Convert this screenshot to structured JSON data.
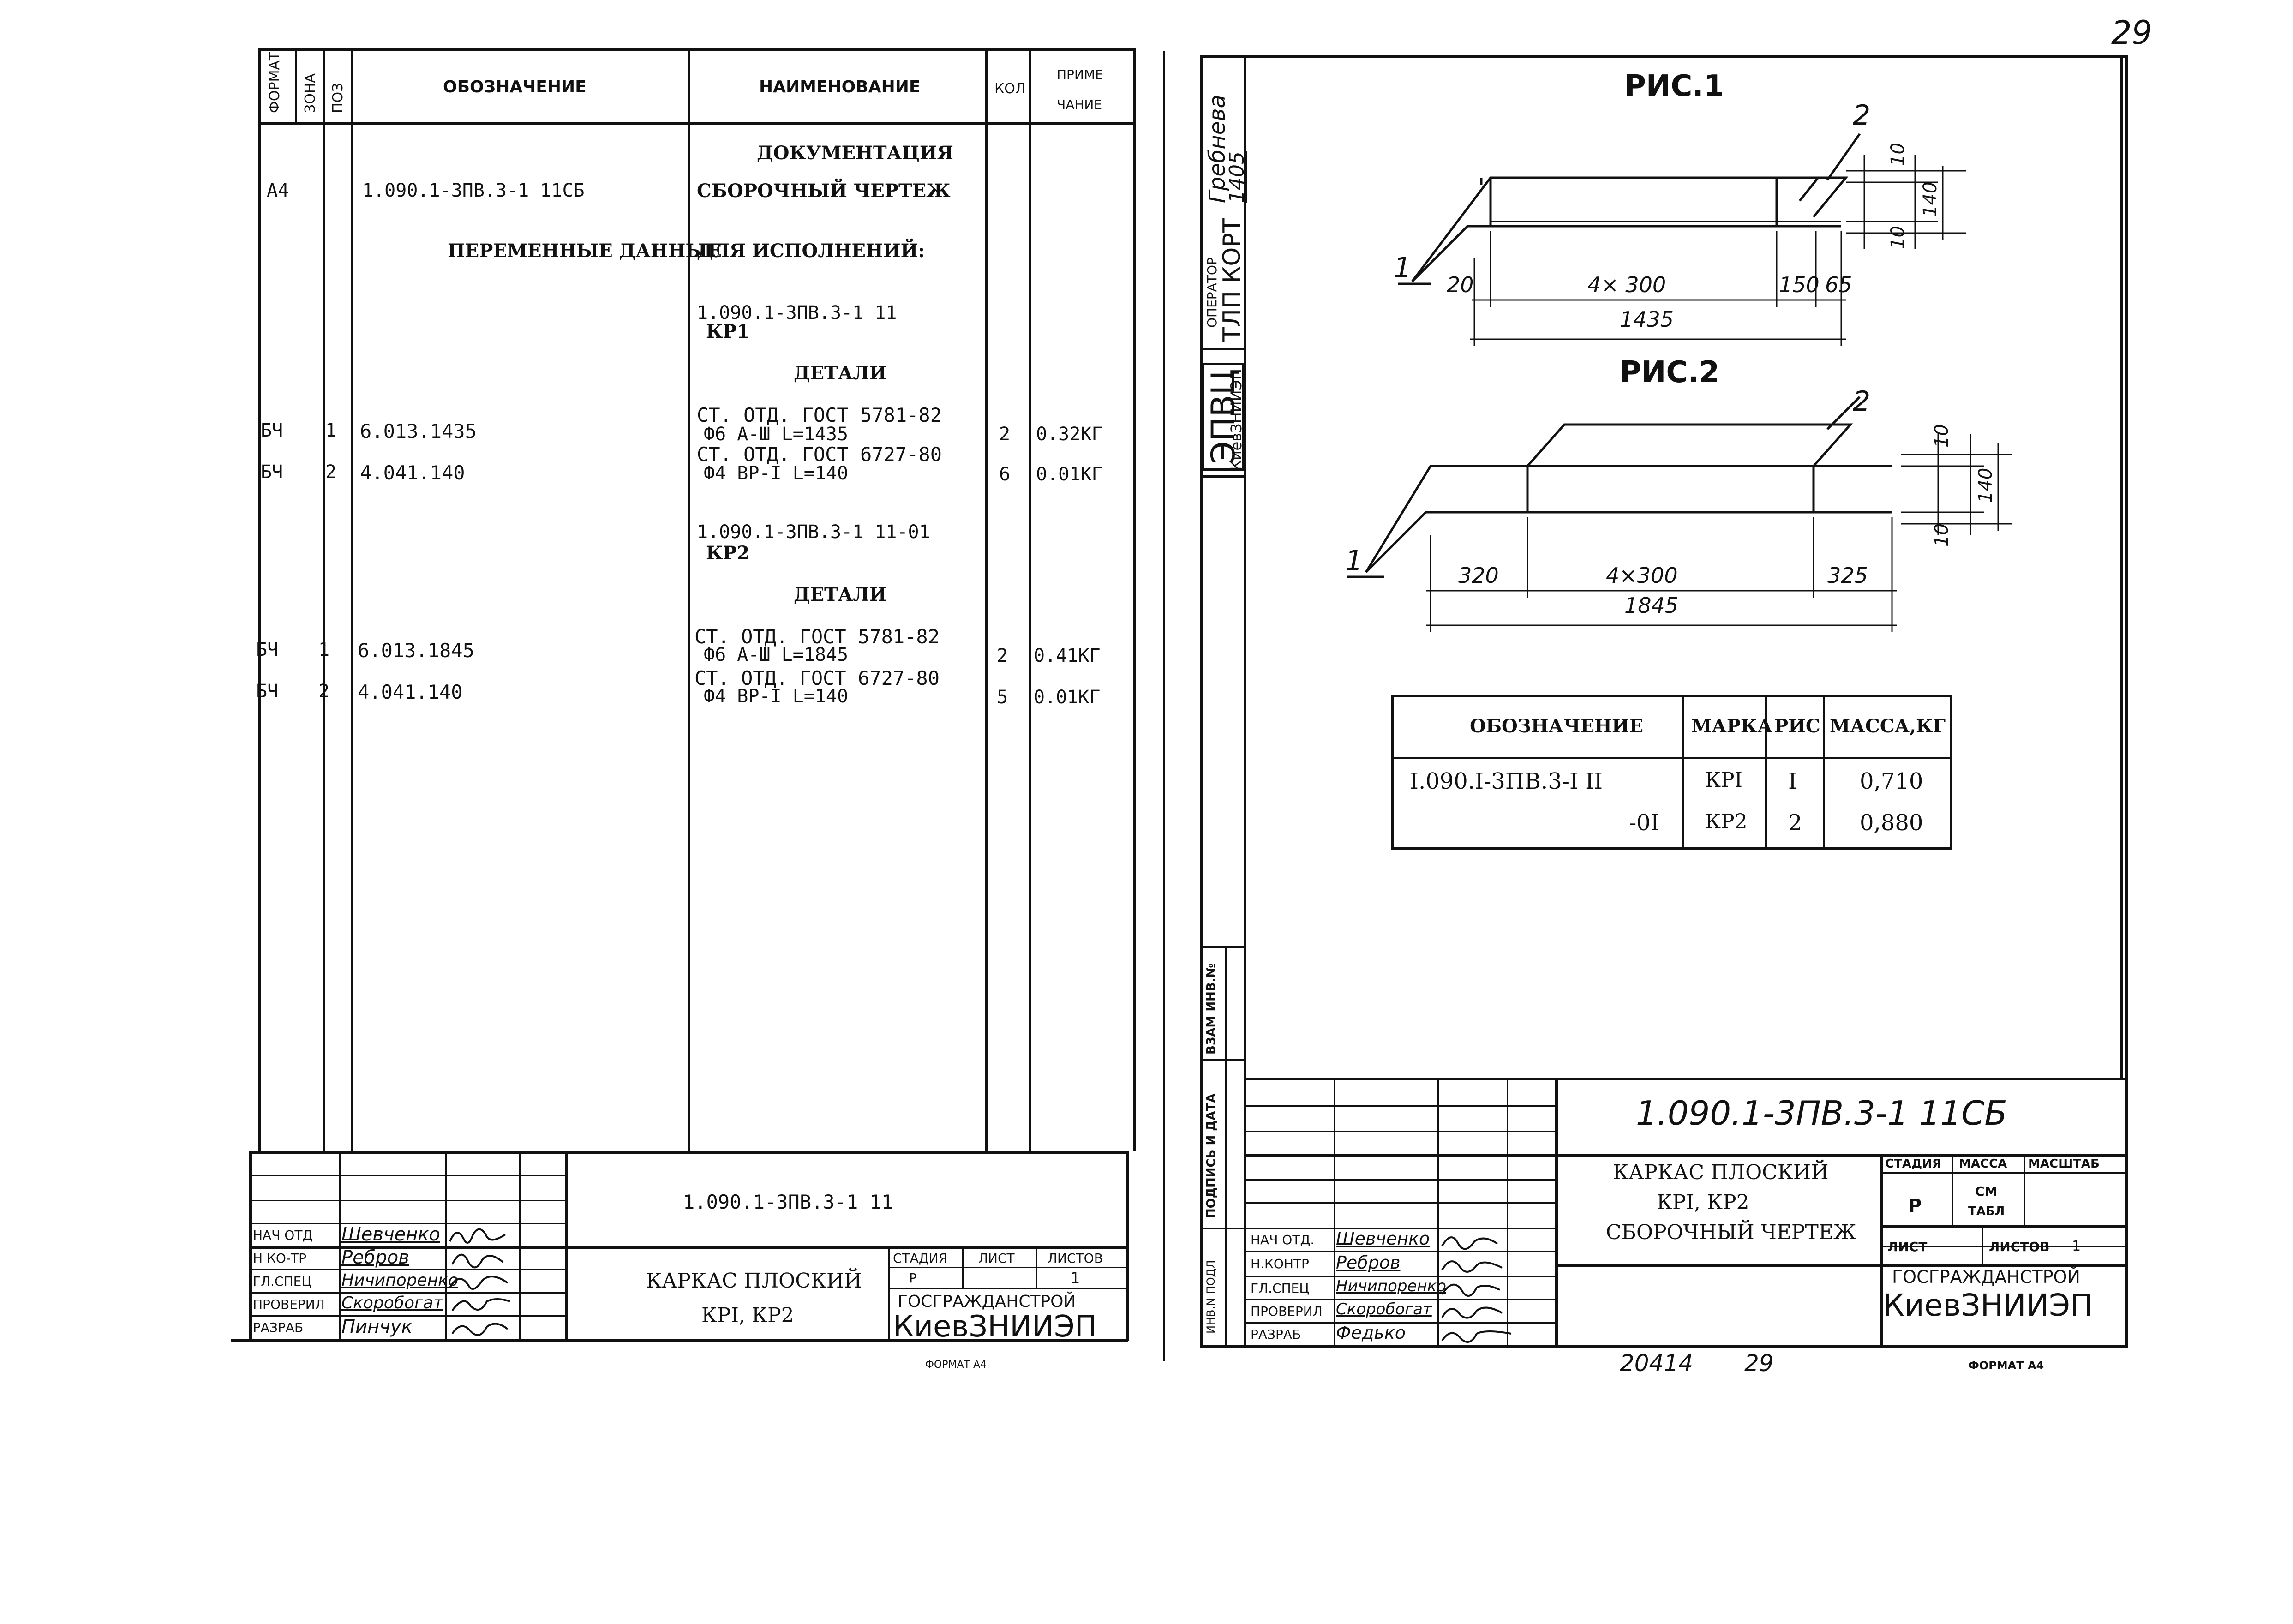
{
  "page_number": "29",
  "left_sheet": {
    "spec_headers": {
      "format": "ФОРМАТ",
      "zone": "ЗОНА",
      "pos": "ПОЗ",
      "designation": "ОБОЗНАЧЕНИЕ",
      "name": "НАИМЕНОВАНИЕ",
      "qty": "КОЛ",
      "note_1": "ПРИМЕ",
      "note_2": "ЧАНИЕ"
    },
    "sections": {
      "documentation": "ДОКУМЕНТАЦИЯ",
      "variable_data": "ПЕРЕМЕННЫЕ ДАННЫЕ",
      "for_versions": "ДЛЯ ИСПОЛНЕНИЙ:",
      "details_1": "ДЕТАЛИ",
      "details_2": "ДЕТАЛИ"
    },
    "rows": {
      "doc": {
        "format": "А4",
        "designation": "1.090.1-3ПВ.3-1 11СБ",
        "name": "СБОРОЧНЫЙ ЧЕРТЕЖ"
      },
      "version_1": {
        "name_1": "1.090.1-3ПВ.3-1 11",
        "name_2": "КР1"
      },
      "r1": {
        "format": "БЧ",
        "pos": "1",
        "designation": "6.013.1435",
        "name_1": "СТ. ОТД. ГОСТ 5781-82",
        "name_2": "Ф6 А-Ш L=1435",
        "qty": "2",
        "note": "0.32КГ"
      },
      "r2": {
        "format": "БЧ",
        "pos": "2",
        "designation": "4.041.140",
        "name_1": "СТ. ОТД. ГОСТ 6727-80",
        "name_2": "Ф4 ВР-I L=140",
        "qty": "6",
        "note": "0.01КГ"
      },
      "version_2": {
        "name_1": "1.090.1-3ПВ.3-1 11-01",
        "name_2": "КР2"
      },
      "r3": {
        "format": "БЧ",
        "pos": "1",
        "designation": "6.013.1845",
        "name_1": "СТ. ОТД. ГОСТ 5781-82",
        "name_2": "Ф6 А-Ш L=1845",
        "qty": "2",
        "note": "0.41КГ"
      },
      "r4": {
        "format": "БЧ",
        "pos": "2",
        "designation": "4.041.140",
        "name_1": "СТ. ОТД. ГОСТ 6727-80",
        "name_2": "Ф4 ВР-I L=140",
        "qty": "5",
        "note": "0.01КГ"
      }
    },
    "title_block": {
      "code": "1.090.1-3ПВ.3-1 11",
      "title_1": "КАРКАС ПЛОСКИЙ",
      "title_2": "КРI, КР2",
      "stage_label": "СТАДИЯ",
      "sheet_label": "ЛИСТ",
      "sheets_label": "ЛИСТОВ",
      "stage": "Р",
      "sheets": "1",
      "org_1": "ГОСГРАЖДАНСТРОЙ",
      "org_2": "КиевЗНИИЭП",
      "roles": [
        "НАЧ ОТД",
        "Н КО-ТР",
        "ГЛ.СПЕЦ",
        "ПРОВЕРИЛ",
        "РАЗРАБ"
      ],
      "names": [
        "Шевченко",
        "Ребров",
        "Ничипоренко",
        "Скоробогат",
        "Пинчук"
      ]
    },
    "format_label": "ФОРМАТ А4"
  },
  "right_sheet": {
    "side_stamp": {
      "author": "Гребнева",
      "date": "1405",
      "operator": "ОПЕРАТОР",
      "tlp": "ТЛП КОРТ",
      "epvc": "ЭПВЦ",
      "org": "КиевЗНИИЭП"
    },
    "margin_labels": {
      "inv_sub": "ВЗАМ ИНВ.№",
      "sign_date": "ПОДПИСЬ И ДАТА",
      "inv_orig": "ИНВ.N ПОДЛ"
    },
    "fig1": {
      "title": "РИС.1",
      "labels": {
        "l1": "1",
        "l2": "2"
      },
      "dims": {
        "d20": "20",
        "d4x300": "4× 300",
        "d150": "150",
        "d65": "65",
        "d1435": "1435",
        "d10a": "10",
        "d140": "140",
        "d10b": "10"
      }
    },
    "fig2": {
      "title": "РИС.2",
      "labels": {
        "l1": "1",
        "l2": "2"
      },
      "dims": {
        "d320": "320",
        "d4x300": "4×300",
        "d325": "325",
        "d1845": "1845",
        "d10a": "10",
        "d140": "140",
        "d10b": "10"
      }
    },
    "mark_table": {
      "headers": [
        "ОБОЗНАЧЕНИЕ",
        "МАРКА",
        "РИС",
        "МАССА,КГ"
      ],
      "rows": [
        [
          "I.090.I-3ПВ.3-I II",
          "КРI",
          "I",
          "0,710"
        ],
        [
          "-0I",
          "КР2",
          "2",
          "0,880"
        ]
      ]
    },
    "title_block": {
      "code": "1.090.1-3ПВ.3-1  11СБ",
      "title_1": "КАРКАС ПЛОСКИЙ",
      "title_2": "КРI, КР2",
      "title_3": "СБОРОЧНЫЙ ЧЕРТЕЖ",
      "stage_label": "СТАДИЯ",
      "mass_label": "МАССА",
      "scale_label": "МАСШТАБ",
      "stage": "Р",
      "mass_1": "СМ",
      "mass_2": "ТАБЛ",
      "sheet_label": "ЛИСТ",
      "sheets_label": "ЛИСТОВ",
      "sheets": "1",
      "org_1": "ГОСГРАЖДАНСТРОЙ",
      "org_2": "КиевЗНИИЭП",
      "roles": [
        "НАЧ ОТД.",
        "Н.КОНТР",
        "ГЛ.СПЕЦ",
        "ПРОВЕРИЛ",
        "РАЗРАБ"
      ],
      "names": [
        "Шевченко",
        "Ребров",
        "Ничипоренко",
        "Скоробогат",
        "Федько"
      ]
    },
    "bottom_notes": {
      "num": "20414",
      "page": "29",
      "format": "ФОРМАТ А4"
    }
  }
}
